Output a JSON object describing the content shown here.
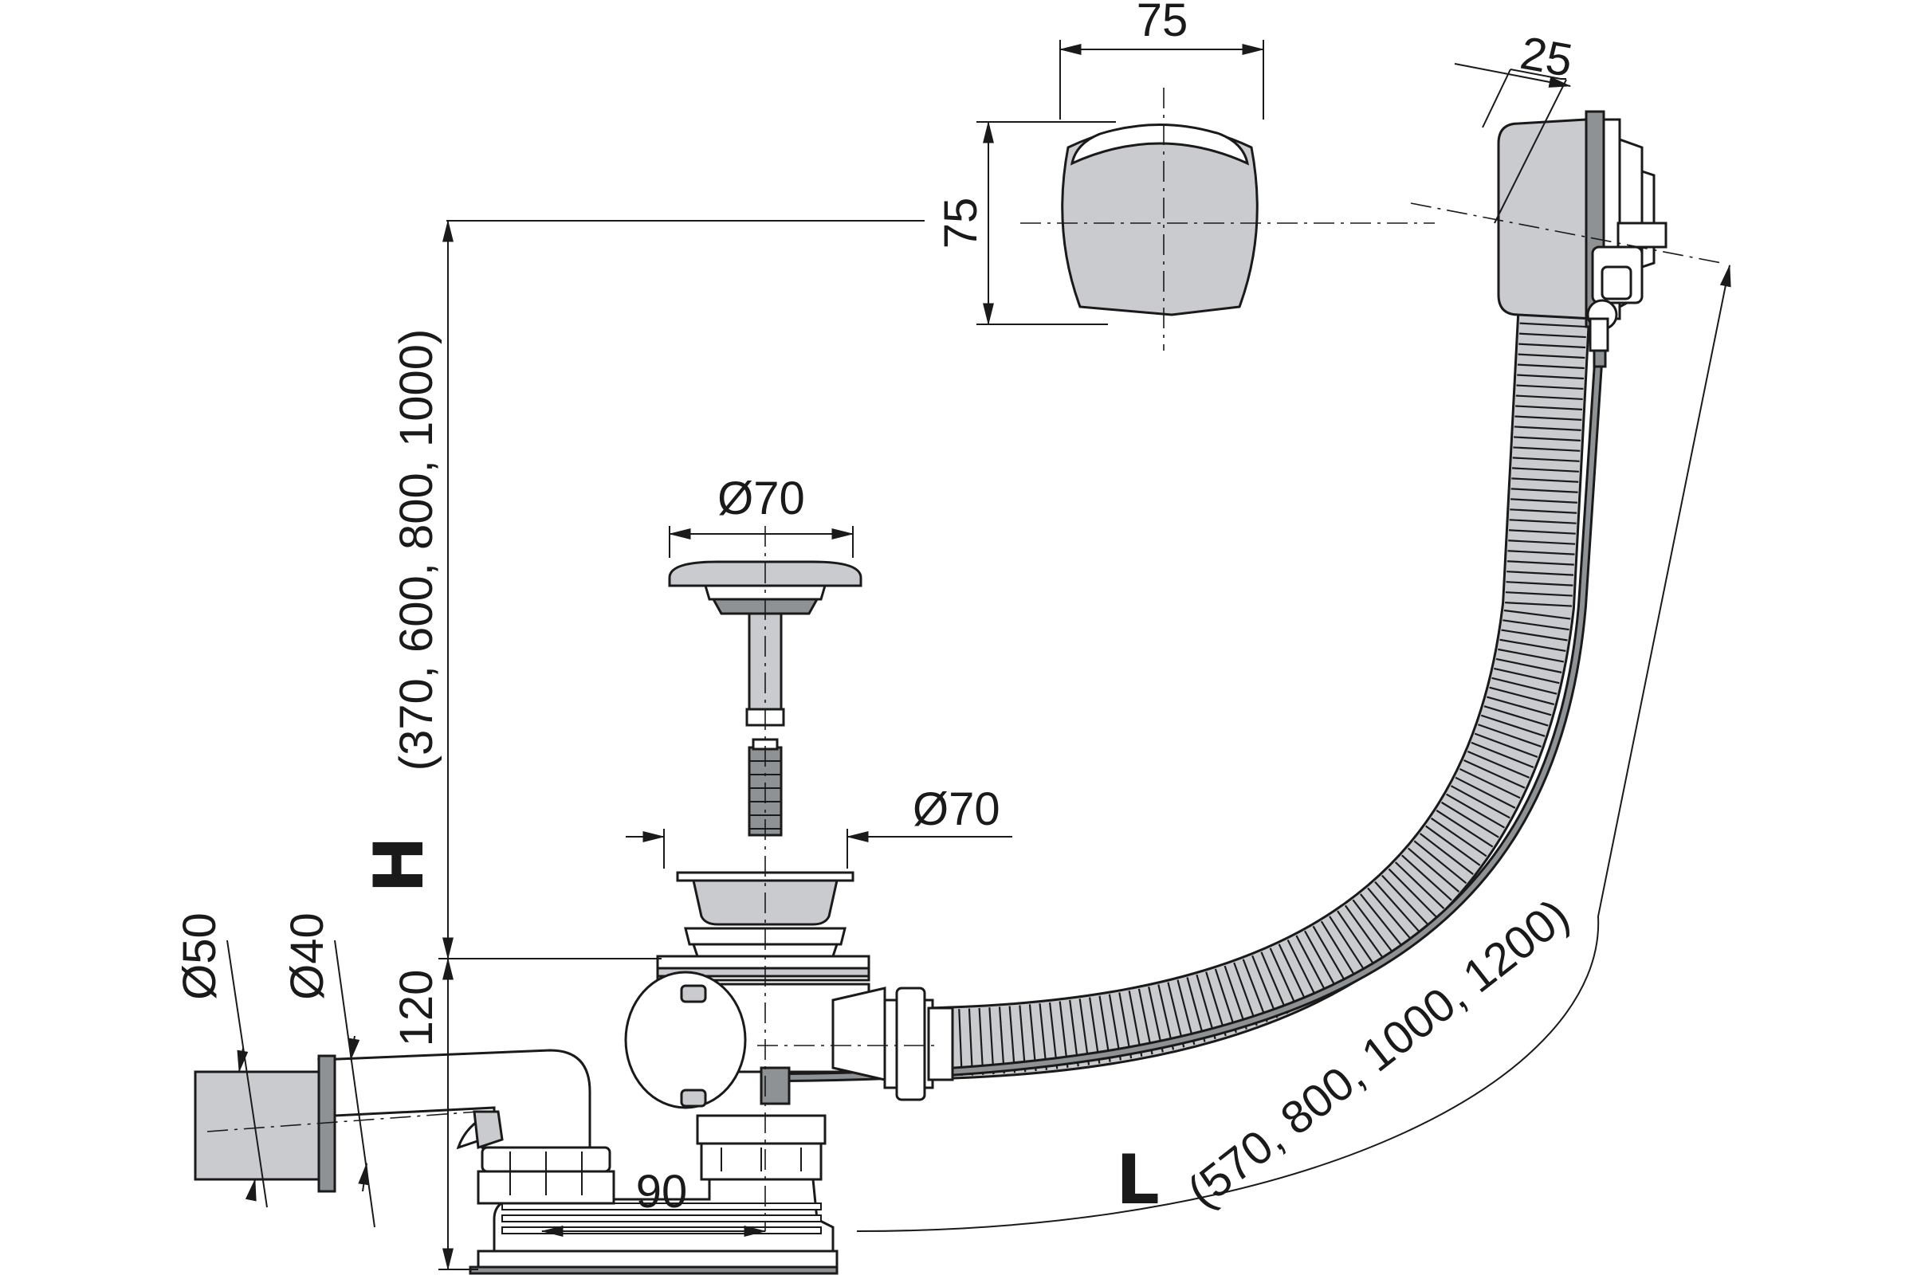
{
  "dimensions": {
    "cap_width": "75",
    "cap_height": "75",
    "overflow_depth": "25",
    "plug_diameter": "Ø70",
    "strainer_diameter": "Ø70",
    "outlet_outer_diameter": "Ø50",
    "outlet_inner_diameter": "Ø40",
    "trap_height": "120",
    "outlet_offset": "90",
    "height_symbol": "H",
    "height_values": "(370, 600, 800, 1000)",
    "length_symbol": "L",
    "length_values": "(570, 800, 1000, 1200)"
  },
  "colors": {
    "line": "#1a1a1a",
    "metal": "#c9cbce",
    "metal_dark": "#8f9295",
    "background": "#ffffff"
  }
}
